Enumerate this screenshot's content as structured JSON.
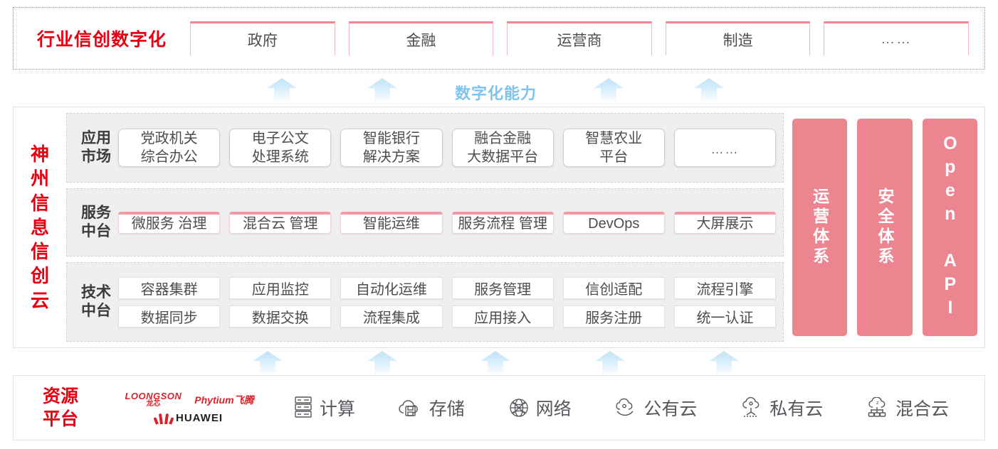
{
  "industry": {
    "title": "行业信创数字化",
    "cards": [
      "政府",
      "金融",
      "运营商",
      "制造",
      "……"
    ]
  },
  "capability": {
    "label": "数字化能力",
    "arrow_name": "up-arrow-icon",
    "color": "#7ec4ec",
    "top_arrow_count": 4,
    "bottom_arrow_count": 5
  },
  "cloud": {
    "title_chars": [
      "神",
      "州",
      "信",
      "息",
      "信",
      "创",
      "云"
    ],
    "rows": [
      {
        "label_lines": [
          "应用",
          "市场"
        ],
        "name": "application-market",
        "cards": [
          {
            "lines": [
              "党政机关",
              "综合办公"
            ]
          },
          {
            "lines": [
              "电子公文",
              "处理系统"
            ]
          },
          {
            "lines": [
              "智能银行",
              "解决方案"
            ]
          },
          {
            "lines": [
              "融合金融",
              "大数据平台"
            ]
          },
          {
            "lines": [
              "智慧农业",
              "平台"
            ]
          },
          {
            "lines": [
              "……"
            ],
            "dots": true
          }
        ]
      },
      {
        "label_lines": [
          "服务",
          "中台"
        ],
        "name": "service-platform",
        "cards": [
          {
            "lines": [
              "微服务",
              "治理"
            ]
          },
          {
            "lines": [
              "混合云",
              "管理"
            ]
          },
          {
            "lines": [
              "智能运维"
            ]
          },
          {
            "lines": [
              "服务流程",
              "管理"
            ]
          },
          {
            "lines": [
              "DevOps"
            ]
          },
          {
            "lines": [
              "大屏展示"
            ]
          }
        ]
      },
      {
        "label_lines": [
          "技术",
          "中台"
        ],
        "name": "technology-platform",
        "line1": [
          "容器集群",
          "应用监控",
          "自动化运维",
          "服务管理",
          "信创适配",
          "流程引擎"
        ],
        "line2": [
          "数据同步",
          "数据交换",
          "流程集成",
          "应用接入",
          "服务注册",
          "统一认证"
        ]
      }
    ],
    "side_panels": [
      {
        "text": "运营体系",
        "type": "cn",
        "name": "operations-system-panel"
      },
      {
        "text": "安全体系",
        "type": "cn",
        "name": "security-system-panel"
      },
      {
        "text": "Open API",
        "type": "en",
        "name": "open-api-panel"
      }
    ],
    "panel_color": "#ed8590"
  },
  "resource": {
    "title_lines": [
      "资源",
      "平台"
    ],
    "logos": {
      "loongson_en": "LOONGSON",
      "loongson_cn": "龙芯",
      "phytium": "Phytium飞腾",
      "huawei": "HUAWEI"
    },
    "items": [
      {
        "label": "计算",
        "icon": "server-icon"
      },
      {
        "label": "存储",
        "icon": "cloud-storage-icon"
      },
      {
        "label": "网络",
        "icon": "network-globe-icon"
      },
      {
        "label": "公有云",
        "icon": "public-cloud-icon"
      },
      {
        "label": "私有云",
        "icon": "private-cloud-icon"
      },
      {
        "label": "混合云",
        "icon": "hybrid-cloud-icon"
      }
    ]
  },
  "colors": {
    "brand_red": "#e60012",
    "panel_pink": "#ed8590",
    "card_pink_border": "#f09aa6",
    "arrow_blue": "#bfe3f7"
  }
}
